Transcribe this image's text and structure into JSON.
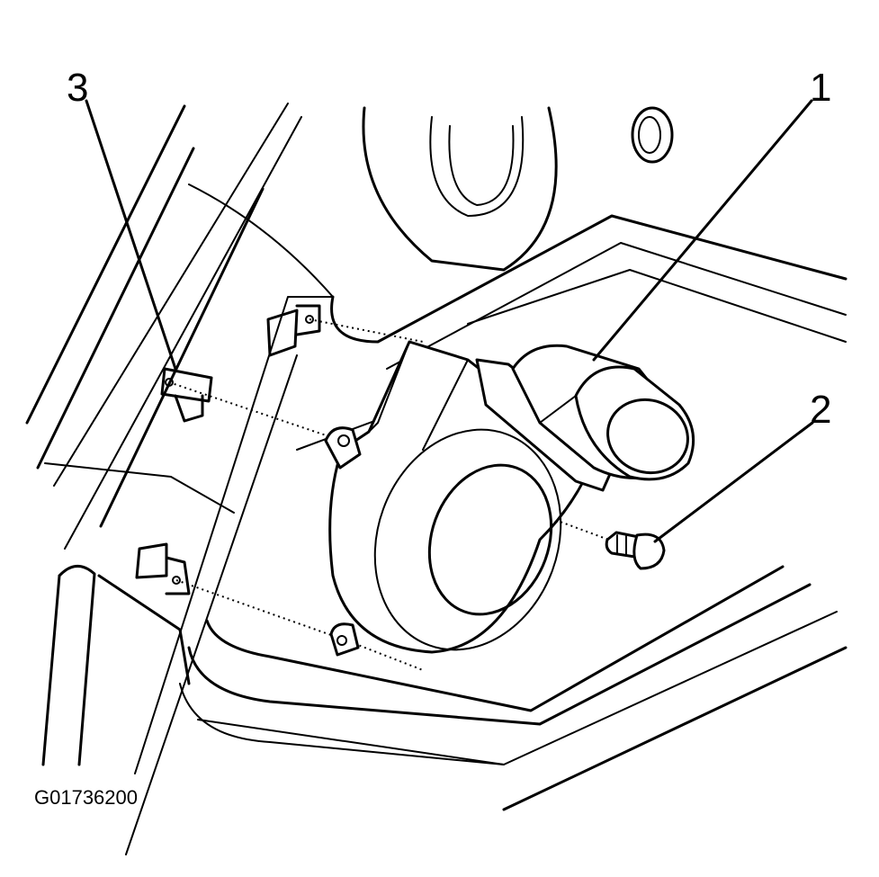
{
  "diagram": {
    "callouts": [
      {
        "id": "callout-1",
        "label": "1"
      },
      {
        "id": "callout-2",
        "label": "2"
      },
      {
        "id": "callout-3",
        "label": "3"
      }
    ],
    "figure_id": "G01736200"
  },
  "colors": {
    "line": "#000000",
    "background": "#ffffff"
  }
}
